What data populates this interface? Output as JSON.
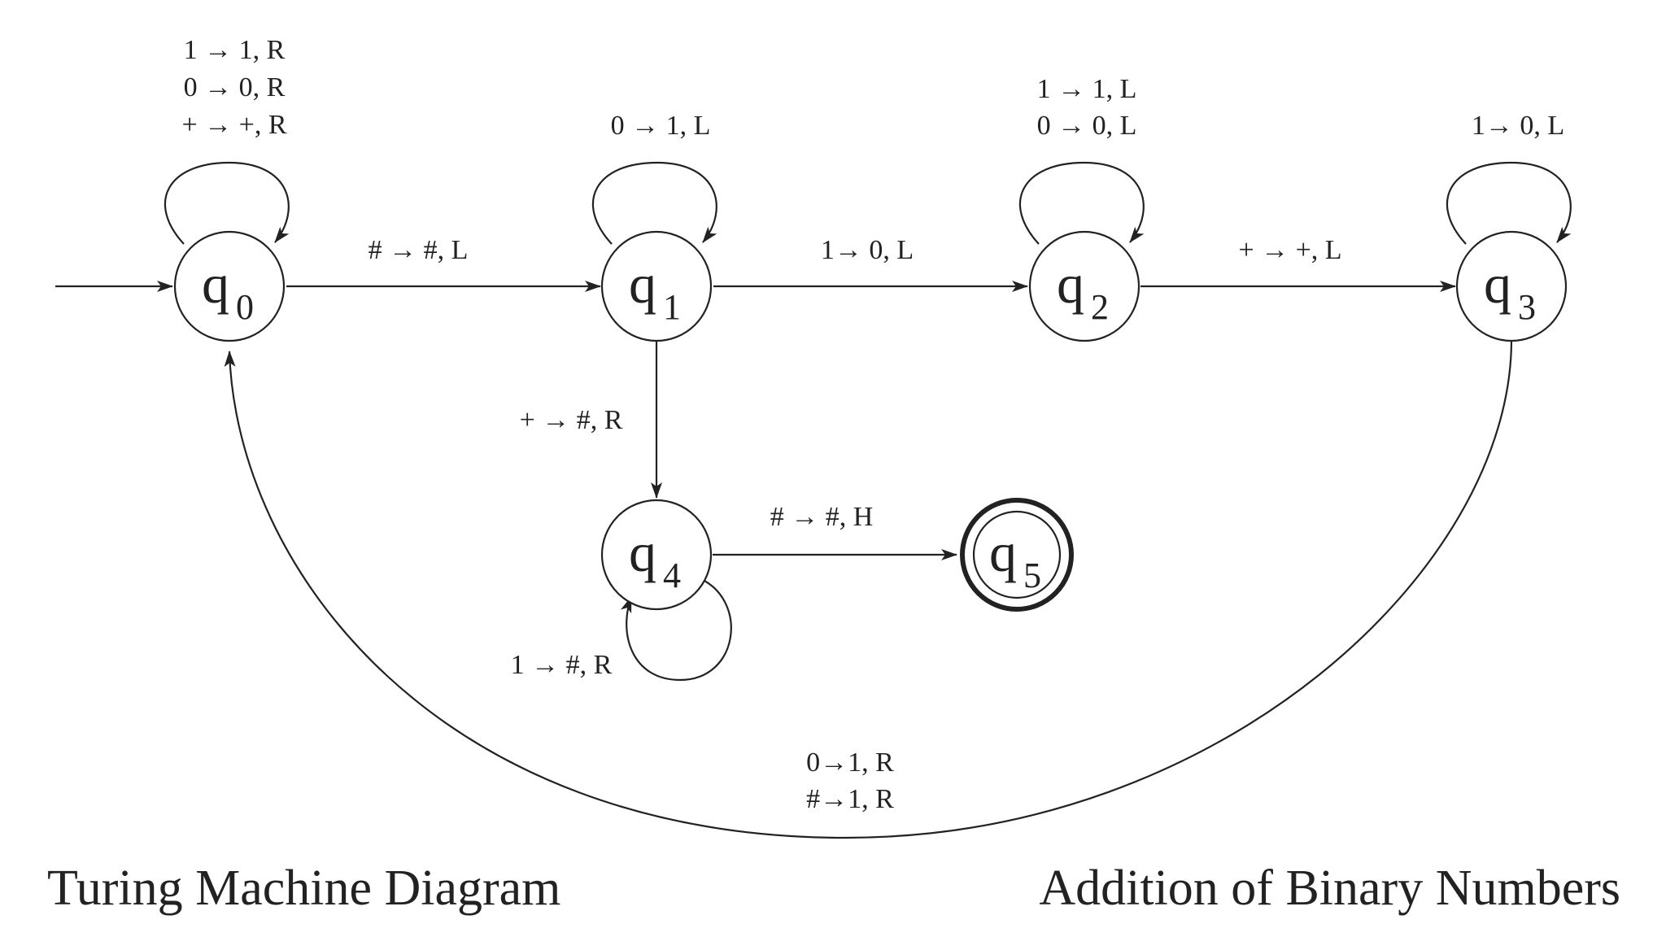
{
  "captions": {
    "left": "Turing Machine Diagram",
    "right": "Addition of Binary Numbers"
  },
  "states": {
    "q0": {
      "letter": "q",
      "sub": "0"
    },
    "q1": {
      "letter": "q",
      "sub": "1"
    },
    "q2": {
      "letter": "q",
      "sub": "2"
    },
    "q3": {
      "letter": "q",
      "sub": "3"
    },
    "q4": {
      "letter": "q",
      "sub": "4"
    },
    "q5": {
      "letter": "q",
      "sub": "5"
    }
  },
  "transitions": {
    "q0_loop": [
      "1 → 1, R",
      "0 → 0, R",
      "+ → +, R"
    ],
    "q0_q1": "# → #, L",
    "q1_loop": "0 → 1, L",
    "q1_q2": "1→ 0, L",
    "q2_loop": [
      "1 → 1, L",
      "0 → 0, L"
    ],
    "q2_q3": "+ → +, L",
    "q3_loop": "1→ 0, L",
    "q1_q4": "+ → #, R",
    "q4_q5": "# → #, H",
    "q4_loop": "1 → #, R",
    "q3_q0": [
      "0→1, R",
      "#→1, R"
    ]
  }
}
